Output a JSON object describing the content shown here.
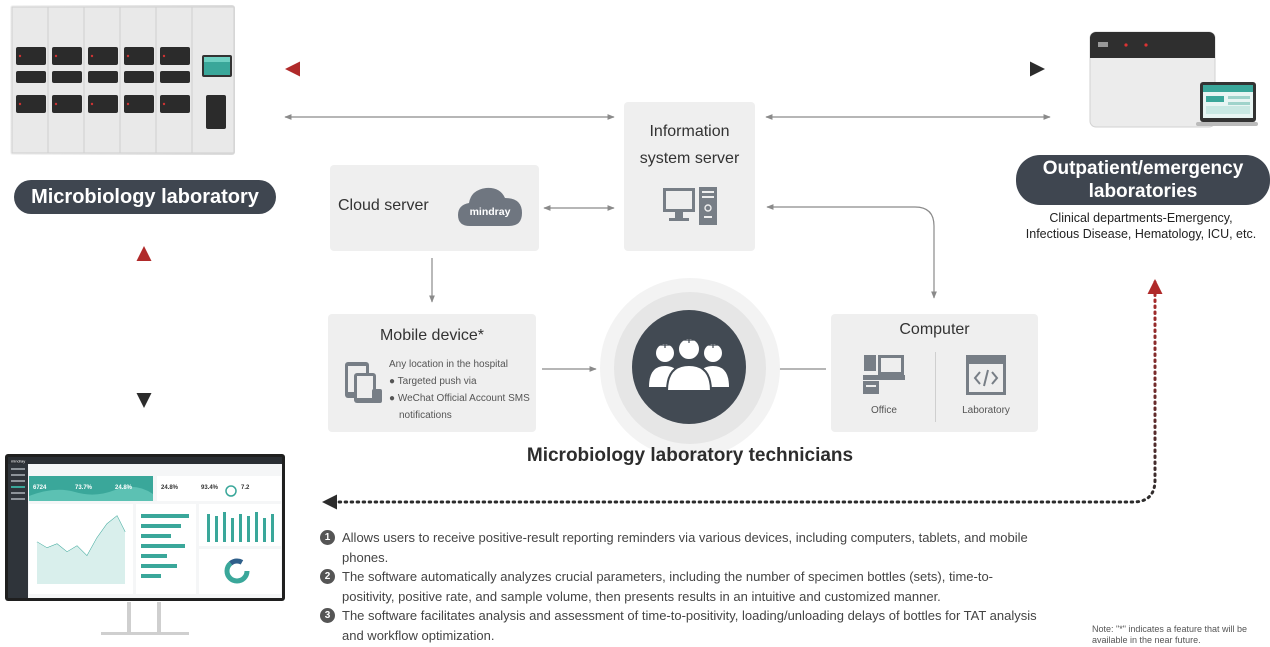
{
  "nodes": {
    "micro_lab": "Microbiology laboratory",
    "outpatient_line1": "Outpatient/emergency",
    "outpatient_line2": "laboratories",
    "outpatient_sub_line1": "Clinical departments-Emergency,",
    "outpatient_sub_line2": "Infectious Disease, Hematology, ICU, etc.",
    "cloud_server": "Cloud server",
    "cloud_logo": "mindray",
    "info_server_line1": "Information",
    "info_server_line2": "system server",
    "mobile_device": "Mobile device*",
    "mobile_items": [
      "Any location in the hospital",
      "Targeted push via",
      "WeChat Official Account SMS",
      "notifications"
    ],
    "computer": "Computer",
    "computer_office": "Office",
    "computer_lab": "Laboratory",
    "technicians": "Microbiology laboratory technicians"
  },
  "features": [
    {
      "num": "1",
      "text": "Allows users to receive positive-result reporting reminders via various devices, including computers, tablets, and mobile phones."
    },
    {
      "num": "2",
      "text": "The software automatically analyzes crucial parameters, including the number of specimen bottles (sets), time-to-positivity, positive rate, and sample volume, then presents results in an intuitive and customized manner."
    },
    {
      "num": "3",
      "text": "The software facilitates analysis and assessment of time-to-positivity, loading/unloading delays of bottles for TAT analysis and workflow optimization."
    }
  ],
  "note": "Note: \"*\" indicates a feature that will be available in the near future.",
  "dashboard": {
    "brand": "mindray",
    "kpi1": "6724",
    "kpi2": "73.7%",
    "kpi3": "24.8%",
    "kpi4": "24.8%",
    "kpi5": "93.4%",
    "kpi6": "7.2"
  },
  "colors": {
    "pill": "#3f4650",
    "box": "#efefef",
    "dotted_red": "#b02a2a",
    "dotted_dark": "#333333",
    "teal": "#3aa79a"
  },
  "icons": [
    "cloud-icon",
    "desktop-server-icon",
    "mobile-devices-icon",
    "technicians-group-icon",
    "office-desk-icon",
    "code-window-icon"
  ]
}
